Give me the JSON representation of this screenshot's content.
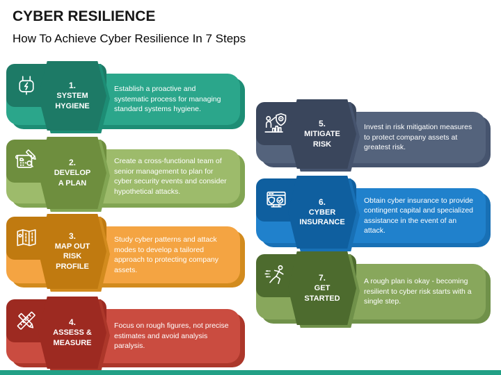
{
  "header": {
    "title": "CYBER RESILIENCE",
    "subtitle": "How To Achieve Cyber Resilience In 7 Steps"
  },
  "steps": [
    {
      "number": "1.",
      "title": "SYSTEM\nHYGIENE",
      "description": "Establish a proactive and systematic process for managing standard systems hygiene.",
      "icon": "plug-icon",
      "colors": {
        "dark": "#1d7a66",
        "body": "#2ba68b",
        "shadow": "#1d8d75"
      }
    },
    {
      "number": "2.",
      "title": "DEVELOP\nA PLAN",
      "description": "Create a cross-functional team of senior management to plan for cyber security events and consider hypothetical attacks.",
      "icon": "blueprint-pencil-icon",
      "colors": {
        "dark": "#6e8e3e",
        "body": "#9dbb6b",
        "shadow": "#82a553"
      }
    },
    {
      "number": "3.",
      "title": "MAP OUT\nRISK\nPROFILE",
      "description": "Study cyber patterns and attack modes to develop a tailored approach to protecting company assets.",
      "icon": "map-icon",
      "colors": {
        "dark": "#c07a10",
        "body": "#f4a442",
        "shadow": "#d28b1e"
      }
    },
    {
      "number": "4.",
      "title": "ASSESS &\nMEASURE",
      "description": "Focus on rough figures, not precise estimates and avoid analysis paralysis.",
      "icon": "pencil-ruler-icon",
      "colors": {
        "dark": "#9d2a21",
        "body": "#ca4c40",
        "shadow": "#ac372a"
      }
    },
    {
      "number": "5.",
      "title": "MITIGATE\nRISK",
      "description": "Invest in risk mitigation measures to protect company assets at greatest risk.",
      "icon": "risk-shield-chart-icon",
      "colors": {
        "dark": "#3a465c",
        "body": "#54637c",
        "shadow": "#46546e"
      }
    },
    {
      "number": "6.",
      "title": "CYBER\nINSURANCE",
      "description": "Obtain cyber insurance to provide contingent capital and specialized assistance in the event of an attack.",
      "icon": "insured-device-icon",
      "colors": {
        "dark": "#0f5f9f",
        "body": "#2081cc",
        "shadow": "#1870b5"
      }
    },
    {
      "number": "7.",
      "title": "GET\nSTARTED",
      "description": "A rough plan is okay - becoming resilient to cyber risk starts with a single step.",
      "icon": "running-person-icon",
      "colors": {
        "dark": "#4d6b2e",
        "body": "#88a75c",
        "shadow": "#70914a"
      }
    }
  ],
  "footer": {
    "bar_color": "#22a086"
  }
}
